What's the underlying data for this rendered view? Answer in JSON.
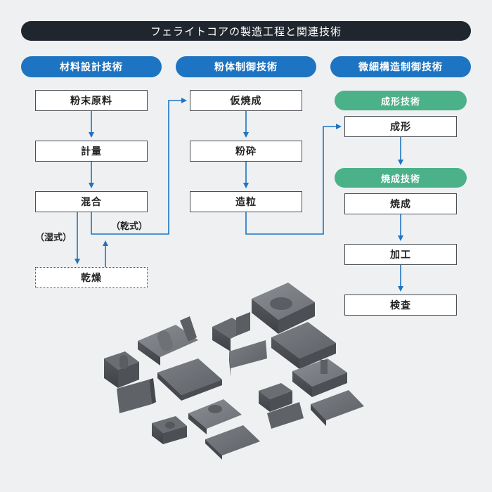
{
  "title": "フェライトコアの製造工程と関連技術",
  "columns": [
    {
      "header": "材料設計技術",
      "steps": [
        "粉末原料",
        "計量",
        "混合"
      ],
      "branch_wet": "（湿式）",
      "branch_dry": "（乾式）",
      "dry_step": "乾燥"
    },
    {
      "header": "粉体制御技術",
      "steps": [
        "仮焼成",
        "粉砕",
        "造粒"
      ]
    },
    {
      "header": "微細構造制御技術",
      "subgroups": [
        {
          "label": "成形技術",
          "steps": [
            "成形"
          ]
        },
        {
          "label": "焼成技術",
          "steps": [
            "焼成",
            "加工",
            "検査"
          ]
        }
      ]
    }
  ],
  "colors": {
    "header_blue": "#1d74c2",
    "subheader_green": "#4bb189",
    "title_bg": "#1f262e",
    "arrow": "#1d74c2"
  },
  "image": {
    "subject": "ferrite-core-samples"
  }
}
